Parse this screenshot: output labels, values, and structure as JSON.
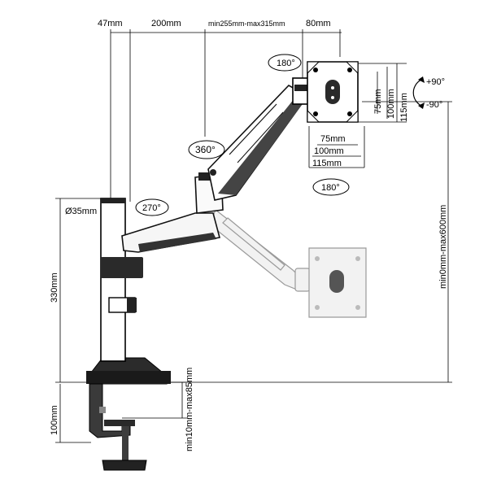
{
  "labels": {
    "top_47": "47mm",
    "top_200": "200mm",
    "top_range": "min255mm-max315mm",
    "top_80": "80mm",
    "rot_180_top": "180°",
    "rot_360": "360°",
    "rot_270": "270°",
    "rot_180_right": "180°",
    "tilt_plus": "+90°",
    "tilt_minus": "-90°",
    "vesa_75_v": "75mm",
    "vesa_100_v": "100mm",
    "vesa_115_v": "115mm",
    "vesa_75_h": "75mm",
    "vesa_100_h": "100mm",
    "vesa_115_h": "115mm",
    "pole_diameter": "Ø35mm",
    "pole_height": "330mm",
    "height_range": "min0mm-max600mm",
    "clamp_height": "100mm",
    "clamp_range": "min10mm-max85mm"
  }
}
